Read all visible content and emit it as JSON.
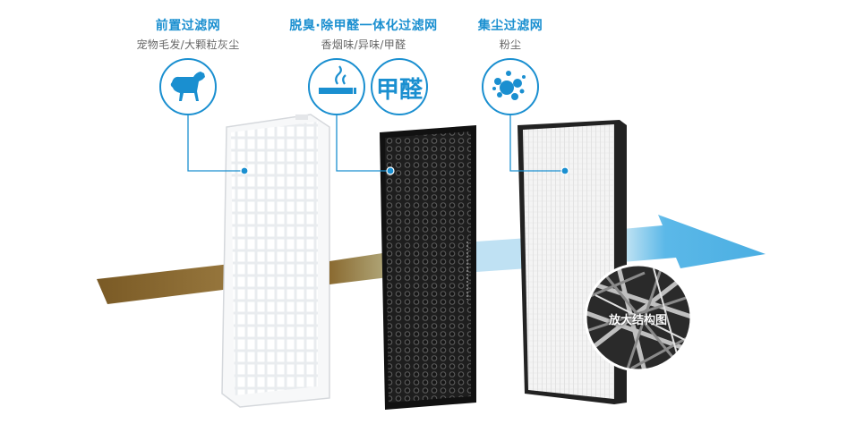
{
  "stages": [
    {
      "title": "前置过滤网",
      "subtitle": "宠物毛发/大颗粒灰尘",
      "icon": "dog-icon"
    },
    {
      "title": "脱臭·除甲醛一体化过滤网",
      "subtitle": "香烟味/异味/甲醛",
      "icon": "cigarette-smoke-icon",
      "extra_icon_text": "甲醛"
    },
    {
      "title": "集尘过滤网",
      "subtitle": "粉尘",
      "icon": "dust-particles-icon"
    }
  ],
  "zoom_caption": "放大结构图",
  "colors": {
    "accent": "#1a8fd0",
    "airflow_dirty": "#8a6a35",
    "airflow_clean": "#5bb8e8",
    "carbon": "#2a2a2a"
  }
}
